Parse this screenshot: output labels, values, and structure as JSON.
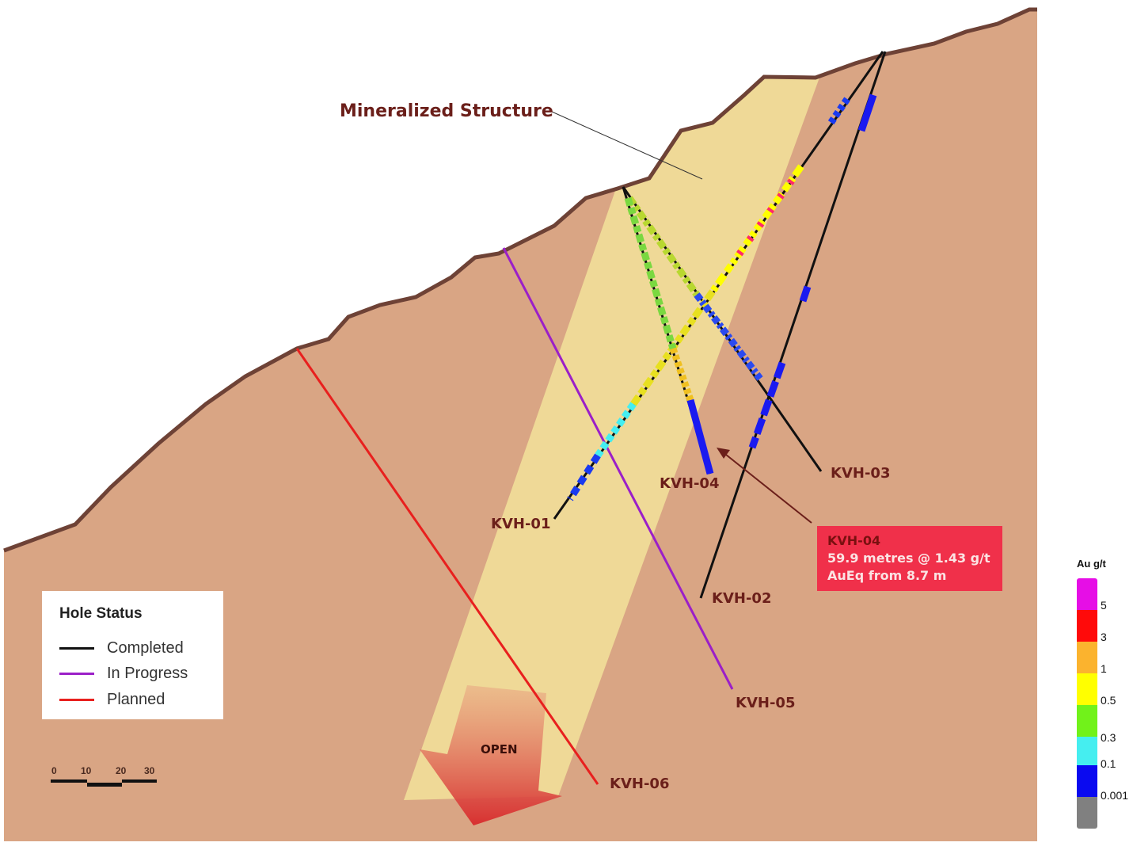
{
  "title_label": "Mineralized Structure",
  "holes": [
    {
      "id": "KVH-01",
      "status": "Completed"
    },
    {
      "id": "KVH-02",
      "status": "Completed"
    },
    {
      "id": "KVH-03",
      "status": "Completed"
    },
    {
      "id": "KVH-04",
      "status": "Completed"
    },
    {
      "id": "KVH-05",
      "status": "In Progress"
    },
    {
      "id": "KVH-06",
      "status": "Planned"
    }
  ],
  "open_label": "OPEN",
  "legend": {
    "title": "Hole Status",
    "items": [
      {
        "label": "Completed",
        "color": "#111111"
      },
      {
        "label": "In Progress",
        "color": "#9b1fc8"
      },
      {
        "label": "Planned",
        "color": "#e8201e"
      }
    ]
  },
  "callout": {
    "hole": "KVH-04",
    "line1": "59.9 metres @ 1.43 g/t",
    "line2": "AuEq from 8.7 m"
  },
  "scale": {
    "ticks": [
      "0",
      "10",
      "20",
      "30"
    ]
  },
  "colorbar": {
    "title": "Au g/t",
    "colors": [
      "#e60ee6",
      "#ff0a0a",
      "#fbb32e",
      "#ffff00",
      "#71f21a",
      "#45eef0",
      "#0a0af0",
      "#808080"
    ],
    "labels": [
      "5",
      "3",
      "1",
      "0.5",
      "0.3",
      "0.1",
      "0.001"
    ]
  }
}
